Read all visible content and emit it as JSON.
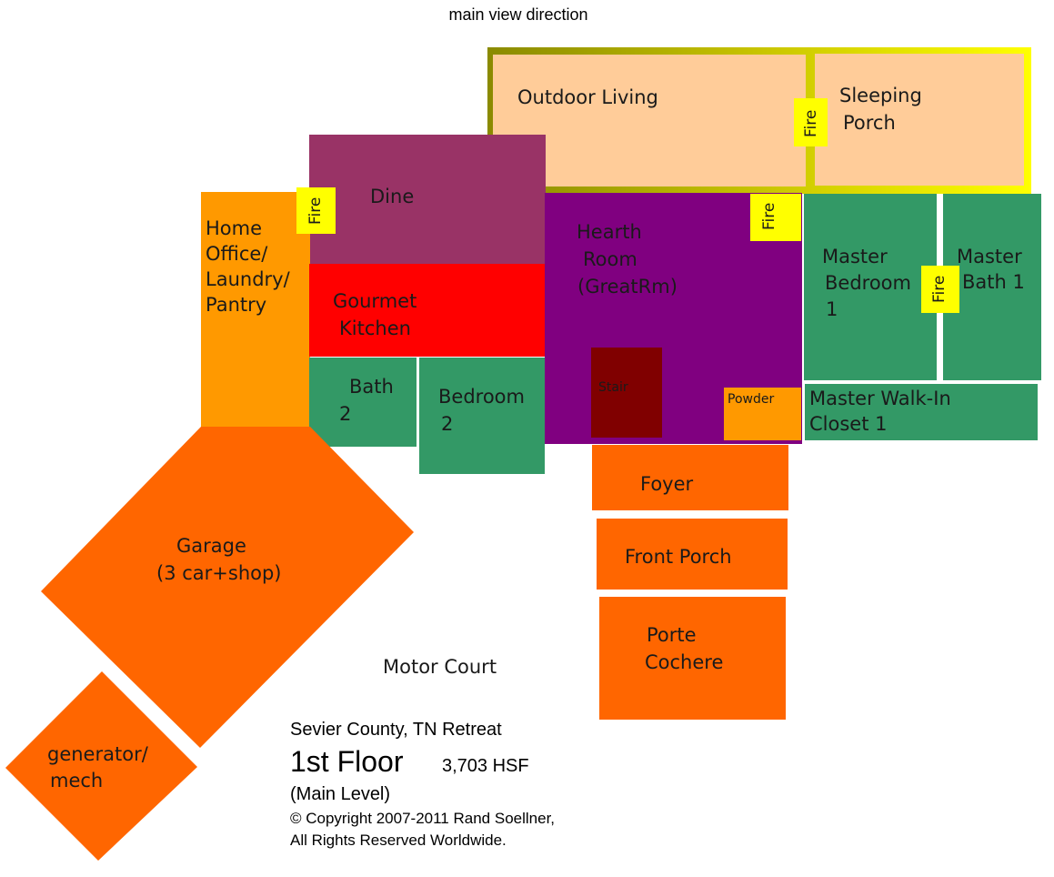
{
  "header": {
    "view_direction": "main view direction"
  },
  "rooms": {
    "outdoor_living": "Outdoor Living",
    "sleeping_porch": [
      "Sleeping",
      "Porch"
    ],
    "dine": "Dine",
    "home_office": [
      "Home",
      "Office/",
      "Laundry/",
      "Pantry"
    ],
    "gourmet_kitchen": [
      "Gourmet",
      "Kitchen"
    ],
    "bath_2": [
      "Bath",
      "2"
    ],
    "bedroom_2": [
      "Bedroom",
      "2"
    ],
    "hearth_room": [
      "Hearth",
      "Room",
      "(GreatRm)"
    ],
    "stair": "Stair",
    "powder": "Powder",
    "master_bedroom": [
      "Master",
      "Bedroom",
      "1"
    ],
    "master_bath": [
      "Master",
      "Bath 1"
    ],
    "master_closet": [
      "Master Walk-In",
      "Closet 1"
    ],
    "foyer": "Foyer",
    "front_porch": "Front Porch",
    "porte_cochere": [
      "Porte",
      "Cochere"
    ],
    "garage": [
      "Garage",
      "(3 car+shop)"
    ],
    "generator": [
      "generator/",
      "mech"
    ],
    "motor_court": "Motor Court"
  },
  "fire_label": "Fire",
  "info": {
    "project": "Sevier County, TN Retreat",
    "floor": "1st Floor",
    "area": "3,703 HSF",
    "level": "(Main Level)",
    "copyright": "© Copyright 2007-2011 Rand Soellner,",
    "rights": "All Rights Reserved Worldwide."
  },
  "colors": {
    "outdoor_border": "#c9c200",
    "outdoor": "#ffcc99",
    "dine": "#993366",
    "kitchen": "#ff0000",
    "hearth": "#800080",
    "green": "#339966",
    "office": "#ff9900",
    "orange": "#ff6600",
    "stair": "#800000",
    "fire": "#ffff00"
  }
}
